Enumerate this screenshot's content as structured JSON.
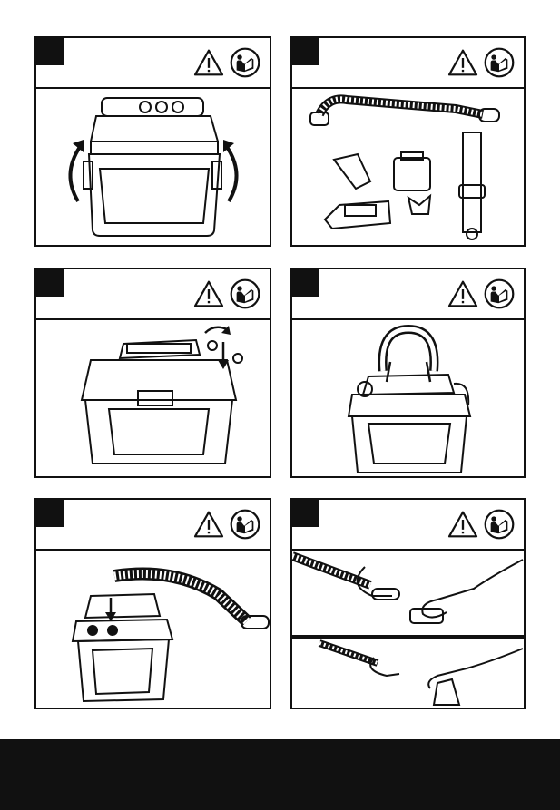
{
  "panels": [
    {
      "id": "p1",
      "step": "",
      "illustration": "battery-removal-icon"
    },
    {
      "id": "p2",
      "step": "",
      "illustration": "accessories-icon"
    },
    {
      "id": "p3",
      "step": "",
      "illustration": "lid-latch-icon"
    },
    {
      "id": "p4",
      "step": "",
      "illustration": "strap-install-icon"
    },
    {
      "id": "p5",
      "step": "",
      "illustration": "hose-connect-icon"
    },
    {
      "id": "p6",
      "step": "",
      "illustration": "nozzle-attach-icon"
    }
  ],
  "icons": {
    "warning": "warning-triangle-icon",
    "manual": "read-manual-icon"
  },
  "colors": {
    "ink": "#111111",
    "paper": "#ffffff",
    "footer": "#111111"
  }
}
